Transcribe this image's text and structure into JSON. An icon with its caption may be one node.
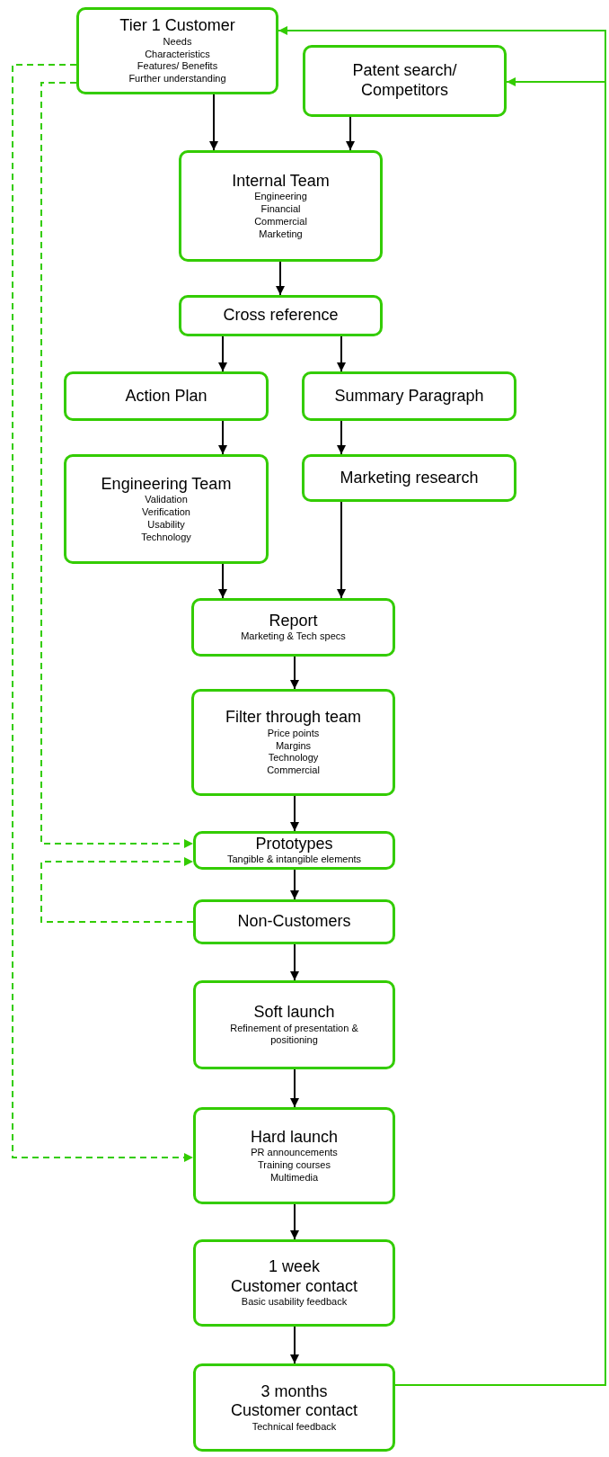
{
  "diagram": {
    "nodes": [
      {
        "text": [
          "Tier 1 Customer",
          "Needs",
          "Characteristics",
          "Features/ Benefits",
          "Further understanding"
        ]
      },
      {
        "text": [
          "Patent search/ Competitors"
        ]
      },
      {
        "text": [
          "Internal Team",
          "Engineering",
          "Financial",
          "Commercial",
          "Marketing"
        ]
      },
      {
        "text": [
          "Cross reference"
        ]
      },
      {
        "text": [
          "Action Plan"
        ]
      },
      {
        "text": [
          "Summary Paragraph"
        ]
      },
      {
        "text": [
          "Engineering Team",
          "Validation",
          "Verification",
          "Usability",
          "Technology"
        ]
      },
      {
        "text": [
          "Marketing research"
        ]
      },
      {
        "text": [
          "Report",
          "Marketing & Tech specs"
        ]
      },
      {
        "text": [
          "Filter through team",
          "Price points",
          "Margins",
          "Technology",
          "Commercial"
        ]
      },
      {
        "text": [
          "Prototypes",
          "Tangible & intangible elements"
        ]
      },
      {
        "text": [
          "Non-Customers"
        ]
      },
      {
        "text": [
          "Soft launch",
          "Refinement of presentation & positioning"
        ]
      },
      {
        "text": [
          "Hard launch",
          "PR announcements",
          "Training courses",
          "Multimedia"
        ]
      },
      {
        "text": [
          "1 week",
          "Customer contact",
          "Basic usability feedback"
        ]
      },
      {
        "text": [
          "3 months",
          "Customer contact",
          "Technical feedback"
        ]
      }
    ],
    "edges": [
      {
        "from": 0,
        "to": 2,
        "arrow": "to"
      },
      {
        "from": 1,
        "to": 2,
        "arrow": "to"
      },
      {
        "from": 2,
        "to": 3,
        "arrow": "to"
      },
      {
        "from": 3,
        "to": 4,
        "arrow": "to"
      },
      {
        "from": 3,
        "to": 5,
        "arrow": "to"
      },
      {
        "from": 4,
        "to": 6,
        "arrow": "to"
      },
      {
        "from": 5,
        "to": 7,
        "arrow": "to"
      },
      {
        "from": 6,
        "to": 8,
        "arrow": "to"
      },
      {
        "from": 7,
        "to": 8,
        "arrow": "to"
      },
      {
        "from": 8,
        "to": 9,
        "arrow": "to"
      },
      {
        "from": 9,
        "to": 10,
        "arrow": "to"
      },
      {
        "from": 10,
        "to": 11,
        "arrow": "to"
      },
      {
        "from": 11,
        "to": 12,
        "arrow": "to"
      },
      {
        "from": 12,
        "to": 13,
        "arrow": "to"
      },
      {
        "from": 13,
        "to": 14,
        "arrow": "to"
      },
      {
        "from": 14,
        "to": 15,
        "arrow": "to"
      },
      {
        "from": 0,
        "to": 10,
        "arrow": "to",
        "style": "dashed",
        "color": "#33cc00"
      },
      {
        "from": 11,
        "to": 10,
        "arrow": "to",
        "style": "dashed",
        "color": "#33cc00"
      },
      {
        "from": 0,
        "to": 13,
        "arrow": "to",
        "style": "dashed",
        "color": "#33cc00"
      },
      {
        "from": 15,
        "to": 0,
        "arrow": "to",
        "color": "#33cc00"
      },
      {
        "from": 15,
        "to": 1,
        "arrow": "to",
        "color": "#33cc00"
      }
    ]
  }
}
